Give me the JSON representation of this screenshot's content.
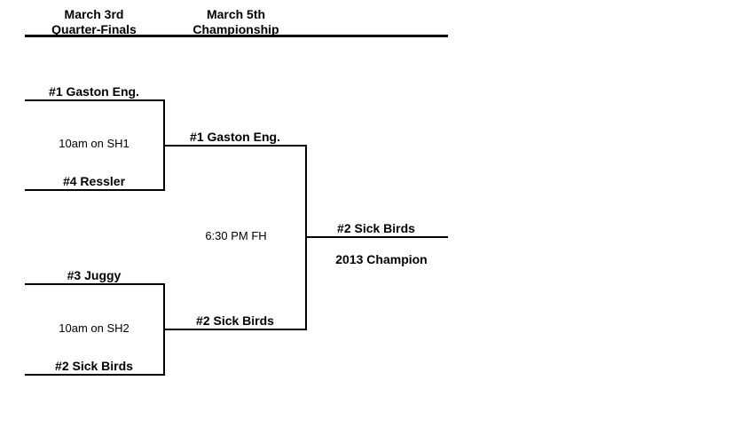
{
  "page": {
    "background_color": "#ffffff",
    "line_color": "#000000",
    "text_color": "#000000"
  },
  "header": {
    "round1": {
      "date": "March 3rd",
      "name": "Quarter-Finals"
    },
    "round2": {
      "date": "March 5th",
      "name": "Championship"
    }
  },
  "bracket": {
    "quarterfinals": [
      {
        "top_seed": "#1 Gaston Eng.",
        "game_time": "10am on SH1",
        "bottom_seed": "#4 Ressler",
        "winner": "#1 Gaston Eng."
      },
      {
        "top_seed": "#3 Juggy",
        "game_time": "10am on SH2",
        "bottom_seed": "#2 Sick Birds",
        "winner": "#2 Sick Birds"
      }
    ],
    "championship": {
      "game_time": "6:30 PM FH",
      "winner": "#2 Sick Birds",
      "title": "2013 Champion"
    }
  }
}
